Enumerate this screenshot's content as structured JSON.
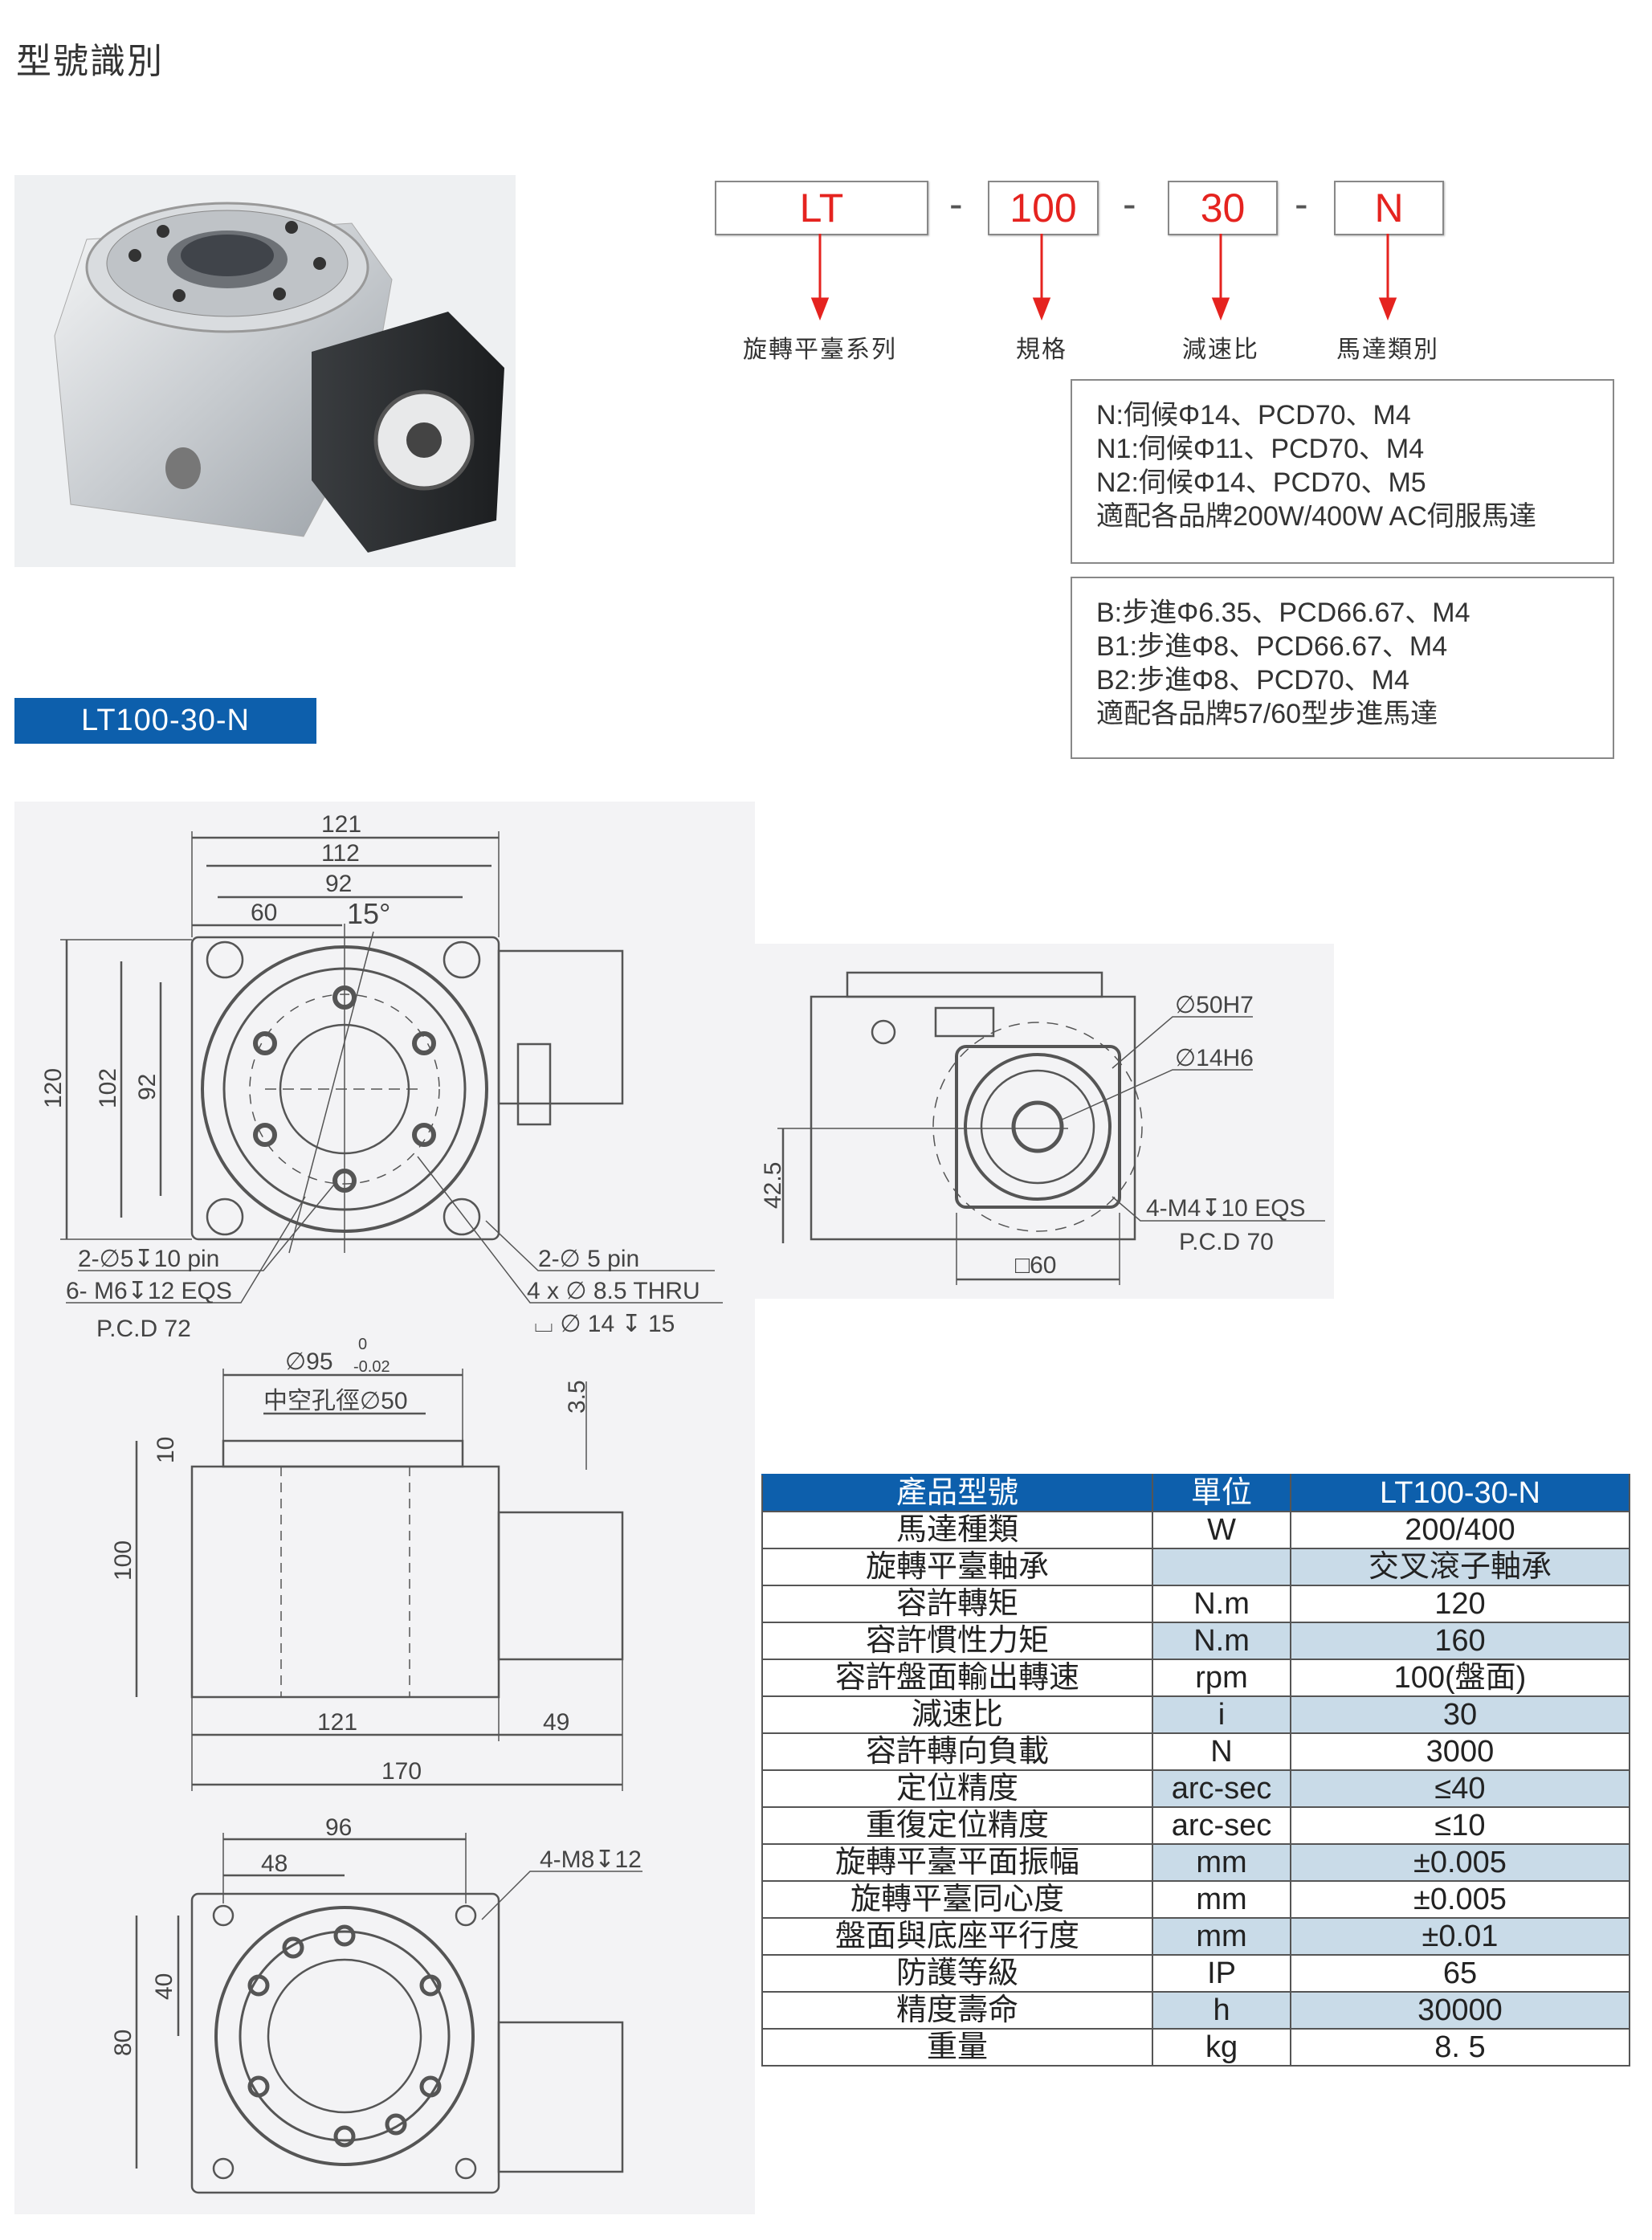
{
  "title": "型號識別",
  "model_badge": "LT100-30-N",
  "code": {
    "parts": [
      {
        "value": "LT",
        "label": "旋轉平臺系列"
      },
      {
        "value": "100",
        "label": "規格"
      },
      {
        "value": "30",
        "label": "減速比"
      },
      {
        "value": "N",
        "label": "馬達類別"
      }
    ],
    "separator": "-",
    "accent_color": "#e5231f"
  },
  "servo_box": [
    "N:伺候Φ14、PCD70、M4",
    "N1:伺候Φ11、PCD70、M4",
    "N2:伺候Φ14、PCD70、M5",
    "適配各品牌200W/400W AC伺服馬達"
  ],
  "stepper_box": [
    "B:步進Φ6.35、PCD66.67、M4",
    "B1:步進Φ8、PCD66.67、M4",
    "B2:步進Φ8、PCD70、M4",
    "適配各品牌57/60型步進馬達"
  ],
  "drawings": {
    "top": {
      "d121": "121",
      "d112": "112",
      "d92w": "92",
      "d60": "60",
      "angle": "15°",
      "d120": "120",
      "d102": "102",
      "d92h": "92",
      "pin1": "2-∅5↧10 pin",
      "tap": "6- M6↧12 EQS",
      "pcd": "P.C.D 72",
      "pin2": "2-∅ 5 pin",
      "thru": "4 x ∅ 8.5 THRU",
      "cbore": "⌴ ∅ 14 ↧ 15"
    },
    "side": {
      "bore": "∅50H7",
      "shaft": "∅14H6",
      "tap": "4-M4↧10 EQS",
      "pcd": "P.C.D 70",
      "square": "□60",
      "height": "42.5"
    },
    "front": {
      "dia": "∅95",
      "tol_low": "-0.02",
      "tol_up": "0",
      "hollow": "中空孔徑∅50",
      "d35": "3.5",
      "d10": "10",
      "d100": "100",
      "d121": "121",
      "d49": "49",
      "d170": "170"
    },
    "bottom": {
      "d96": "96",
      "d48": "48",
      "tap": "4-M8↧12",
      "d40": "40",
      "d80": "80"
    }
  },
  "specs": {
    "headers": [
      "產品型號",
      "單位",
      "LT100-30-N"
    ],
    "rows": [
      [
        "馬達種類",
        "W",
        "200/400"
      ],
      [
        "旋轉平臺軸承",
        "",
        "交叉滾子軸承"
      ],
      [
        "容許轉矩",
        "N.m",
        "120"
      ],
      [
        "容許慣性力矩",
        "N.m",
        "160"
      ],
      [
        "容許盤面輸出轉速",
        "rpm",
        "100(盤面)"
      ],
      [
        "減速比",
        "i",
        "30"
      ],
      [
        "容許轉向負載",
        "N",
        "3000"
      ],
      [
        "定位精度",
        "arc-sec",
        "≤40"
      ],
      [
        "重復定位精度",
        "arc-sec",
        "≤10"
      ],
      [
        "旋轉平臺平面振幅",
        "mm",
        "±0.005"
      ],
      [
        "旋轉平臺同心度",
        "mm",
        "±0.005"
      ],
      [
        "盤面與底座平行度",
        "mm",
        "±0.01"
      ],
      [
        "防護等級",
        "IP",
        "65"
      ],
      [
        "精度壽命",
        "h",
        "30000"
      ],
      [
        "重量",
        "kg",
        "8. 5"
      ]
    ],
    "header_color": "#0d5fac",
    "shade_color": "#c9dbe8"
  }
}
